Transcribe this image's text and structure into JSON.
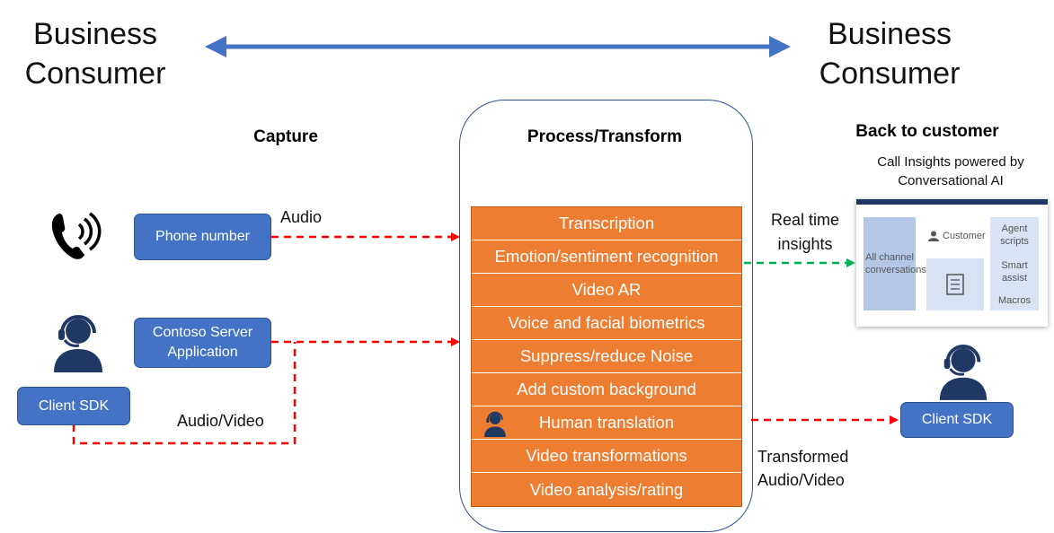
{
  "left_title": "Business Consumer",
  "right_title": "Business Consumer",
  "headers": {
    "capture": "Capture",
    "process": "Process/Transform",
    "back": "Back to customer"
  },
  "capture": {
    "phone_number": "Phone number",
    "server_app": "Contoso Server Application",
    "client_sdk": "Client SDK",
    "audio_label": "Audio",
    "audio_video_label": "Audio/Video"
  },
  "process_rows": [
    "Transcription",
    "Emotion/sentiment recognition",
    "Video AR",
    "Voice and facial biometrics",
    "Suppress/reduce Noise",
    "Add custom background",
    "Human translation",
    "Video transformations",
    "Video analysis/rating"
  ],
  "outputs": {
    "realtime_label": "Real time insights",
    "transformed_label": "Transformed Audio/Video"
  },
  "back_to_customer": {
    "caption": "Call Insights powered by Conversational AI",
    "client_sdk": "Client SDK",
    "panel": {
      "left_column": "All channel conversations",
      "customer_label": "Customer",
      "right_items": [
        "Agent scripts",
        "Smart assist",
        "Macros"
      ]
    }
  },
  "colors": {
    "blue_box": "#4472c4",
    "orange": "#ed7d31",
    "dashed_red": "#ff0000",
    "dashed_green": "#00b050",
    "arrow_blue": "#4472c4",
    "navy": "#1f3864"
  }
}
